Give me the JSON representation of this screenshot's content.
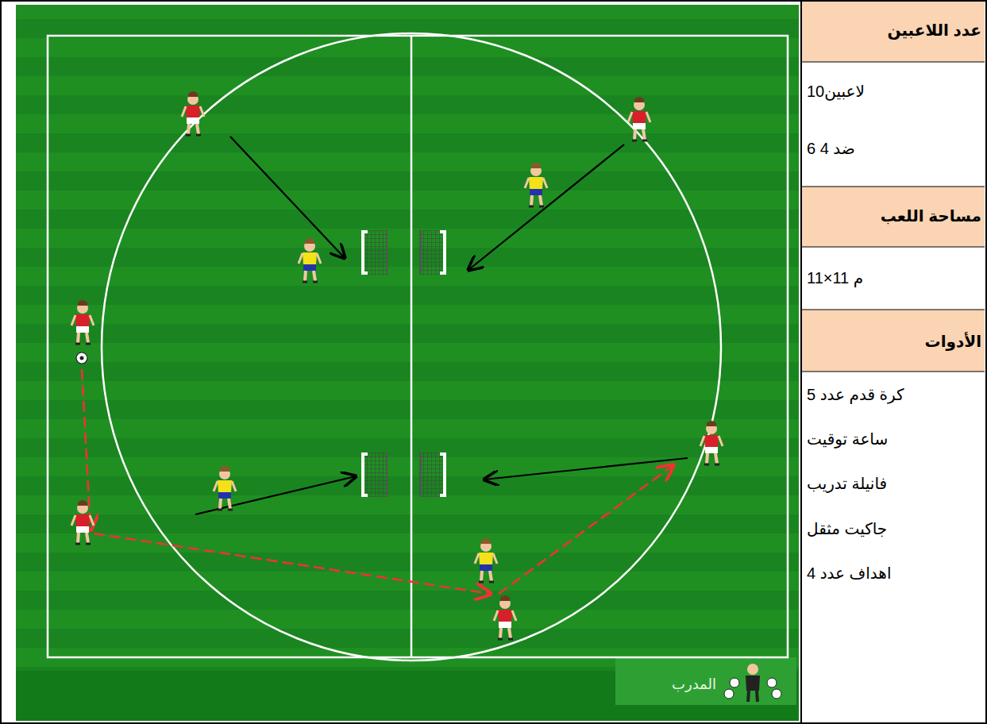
{
  "diagram": {
    "labels": [
      "عدد اللاعبين",
      "10لاعبين",
      "6 ضد 4",
      "مساحة اللعب",
      "11×11 م",
      "الأدوات",
      "كرة قدم عدد 5",
      "ساعة توقيت",
      "فانيلة تدريب",
      "جاكيت مثقل",
      "اهداف عدد 4",
      "المدرب"
    ]
  }
}
